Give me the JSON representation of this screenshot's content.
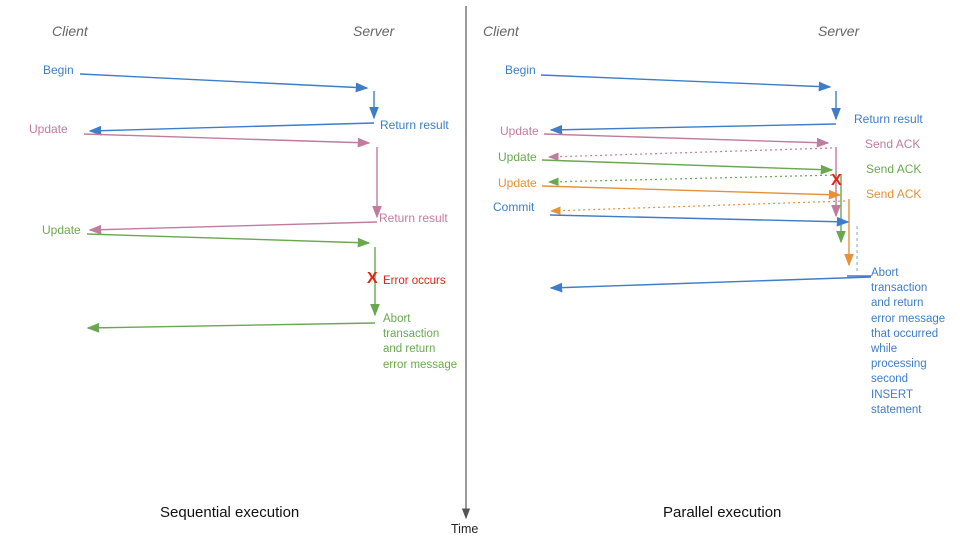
{
  "colors": {
    "blue": "#3d7dca",
    "pink": "#c27ba0",
    "green": "#6aa84f",
    "orange": "#e69138",
    "red": "#e42313",
    "axis": "#555555",
    "dashed_blue": "#8fb3e8"
  },
  "time_axis_label": "Time",
  "left": {
    "title": "Sequential execution",
    "client": "Client",
    "server": "Server",
    "messages": {
      "begin": "Begin",
      "return_result_1": "Return result",
      "update_1": "Update",
      "return_result_2": "Return result",
      "update_2": "Update",
      "error_mark": "X",
      "error_label": "Error occurs",
      "abort_note": "Abort\ntransaction\nand return\nerror message"
    }
  },
  "right": {
    "title": "Parallel execution",
    "client": "Client",
    "server": "Server",
    "messages": {
      "begin": "Begin",
      "return_result": "Return result",
      "update_1": "Update",
      "send_ack_1": "Send ACK",
      "update_2": "Update",
      "send_ack_2": "Send ACK",
      "update_3": "Update",
      "send_ack_3": "Send ACK",
      "commit": "Commit",
      "error_mark": "X",
      "abort_note": "Abort\ntransaction\nand return\nerror message\nthat occurred\nwhile\nprocessing\nsecond\nINSERT\nstatement"
    }
  }
}
